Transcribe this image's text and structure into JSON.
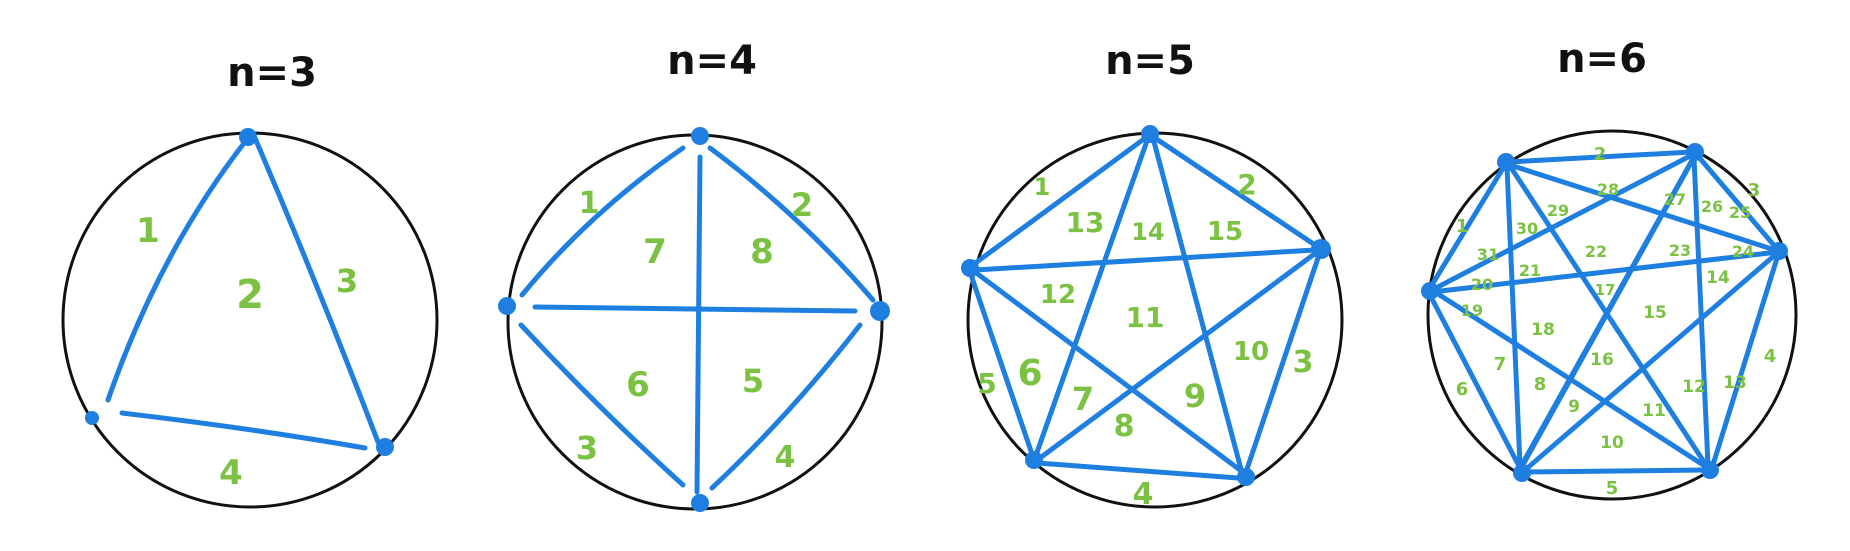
{
  "colors": {
    "circle": "#111111",
    "chord": "#1e7fe0",
    "vertex": "#1e7fe0",
    "label": "#7cc242",
    "title": "#111111"
  },
  "diagrams": [
    {
      "title": "n=3",
      "vertices": 3,
      "labels": [
        "1",
        "2",
        "3",
        "4"
      ]
    },
    {
      "title": "n=4",
      "vertices": 4,
      "labels": [
        "1",
        "2",
        "3",
        "4",
        "5",
        "6",
        "7",
        "8"
      ]
    },
    {
      "title": "n=5",
      "vertices": 5,
      "labels": [
        "1",
        "2",
        "3",
        "4",
        "5",
        "6",
        "7",
        "8",
        "9",
        "10",
        "11",
        "12",
        "13",
        "14",
        "15"
      ]
    },
    {
      "title": "n=6",
      "vertices": 6,
      "labels": [
        "1",
        "2",
        "3",
        "4",
        "5",
        "6",
        "7",
        "8",
        "9",
        "10",
        "11",
        "12",
        "13",
        "14",
        "15",
        "16",
        "17",
        "18",
        "19",
        "20",
        "21",
        "22",
        "23",
        "24",
        "25",
        "26",
        "27",
        "28",
        "29",
        "30",
        "31"
      ]
    }
  ]
}
